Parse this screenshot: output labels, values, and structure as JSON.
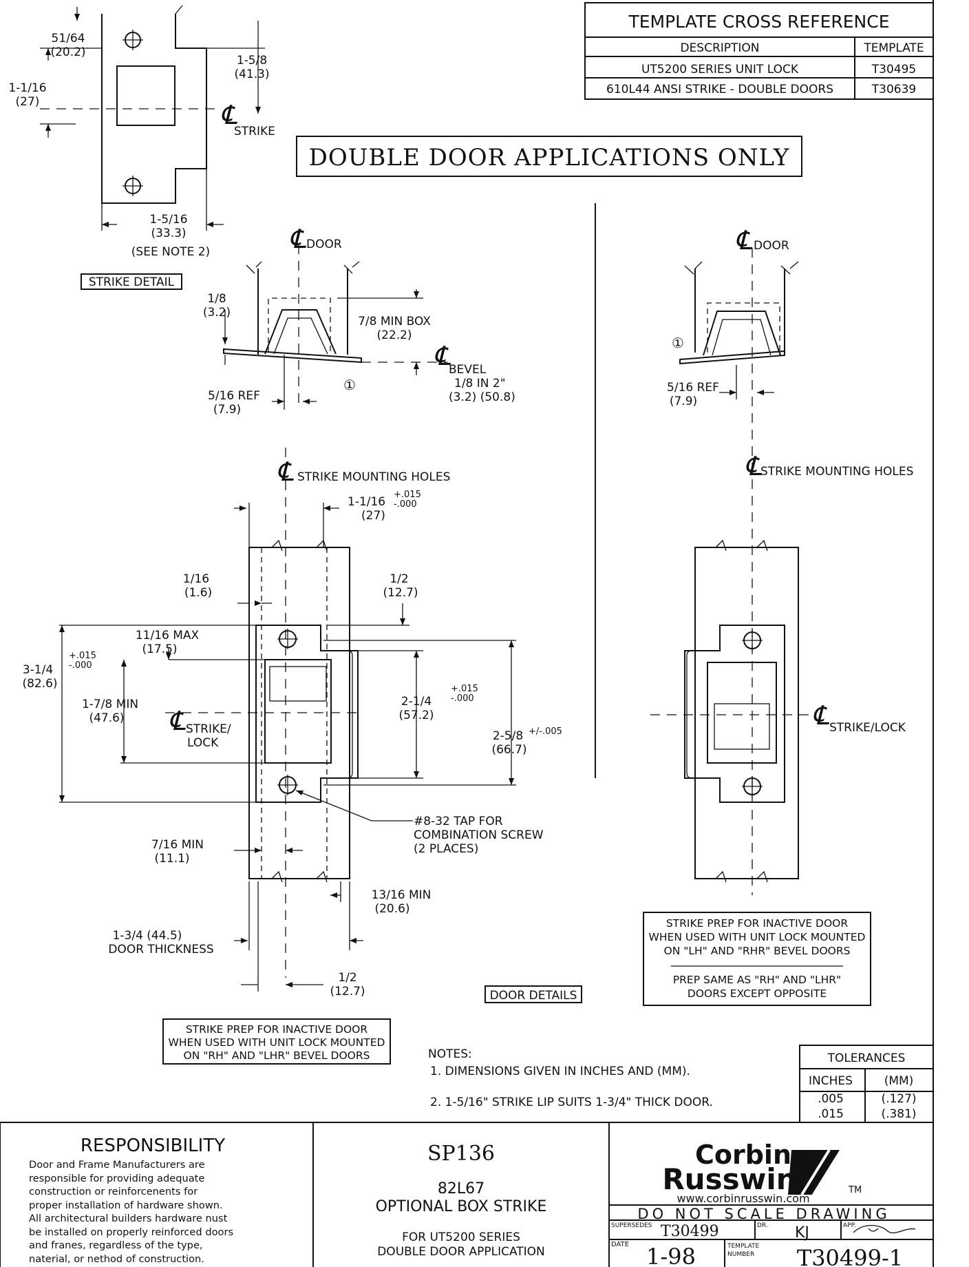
{
  "cross_reference": {
    "title": "TEMPLATE CROSS REFERENCE",
    "headers": [
      "DESCRIPTION",
      "TEMPLATE"
    ],
    "rows": [
      {
        "description": "UT5200 SERIES UNIT LOCK",
        "template": "T30495"
      },
      {
        "description": "610L44 ANSI STRIKE - DOUBLE DOORS",
        "template": "T30639"
      }
    ]
  },
  "banner": "DOUBLE DOOR APPLICATIONS ONLY",
  "strike_detail": {
    "label": "STRIKE DETAIL",
    "dim_top": "51/64",
    "dim_top_mm": "(20.2)",
    "dim_left": "1-1/16",
    "dim_left_mm": "(27)",
    "dim_height": "1-5/8",
    "dim_height_mm": "(41.3)",
    "dim_width": "1-5/16",
    "dim_width_mm": "(33.3)",
    "see_note": "(SEE NOTE 2)",
    "centerline": "STRIKE"
  },
  "left_section": {
    "cl_door": "DOOR",
    "d1": "1/8",
    "d1_mm": "(3.2)",
    "min_box": "7/8 MIN BOX",
    "min_box_mm": "(22.2)",
    "bevel": "BEVEL",
    "bevel_ratio": "1/8 IN 2\"",
    "bevel_mm": "(3.2) (50.8)",
    "ref": "5/16 REF",
    "ref_mm": "(7.9)",
    "circle_mark": "①"
  },
  "left_door": {
    "cl_holes": "STRIKE MOUNTING HOLES",
    "d_top": "1-1/16",
    "d_top_tol": "+.015",
    "d_top_tol2": "-.000",
    "d_top_mm": "(27)",
    "d_a": "1/16",
    "d_a_mm": "(1.6)",
    "d_b": "1/2",
    "d_b_mm": "(12.7)",
    "d_c": "11/16 MAX",
    "d_c_mm": "(17.5)",
    "d_d": "3-1/4",
    "d_d_tol": "+.015",
    "d_d_tol2": "-.000",
    "d_d_mm": "(82.6)",
    "d_e": "1-7/8 MIN",
    "d_e_mm": "(47.6)",
    "cl_lock": "STRIKE/",
    "cl_lock2": "LOCK",
    "d_f": "2-1/4",
    "d_f_tol": "+.015",
    "d_f_tol2": "-.000",
    "d_f_mm": "(57.2)",
    "d_g": "2-5/8",
    "d_g_tol": "+/-.005",
    "d_g_mm": "(66.7)",
    "tap1": "#8-32 TAP FOR",
    "tap2": "COMBINATION SCREW",
    "tap3": "(2 PLACES)",
    "d_h": "7/16 MIN",
    "d_h_mm": "(11.1)",
    "d_i": "13/16 MIN",
    "d_i_mm": "(20.6)",
    "d_j": "1-3/4 (44.5)",
    "d_j2": "DOOR THICKNESS",
    "d_k": "1/2",
    "d_k_mm": "(12.7)"
  },
  "right_section": {
    "cl_door": "DOOR",
    "circle_mark": "①",
    "ref": "5/16 REF",
    "ref_mm": "(7.9)",
    "cl_holes": "STRIKE MOUNTING HOLES",
    "cl_lock": "STRIKE/LOCK"
  },
  "door_details": "DOOR DETAILS",
  "prep_left": [
    "STRIKE PREP FOR INACTIVE DOOR",
    "WHEN USED WITH UNIT LOCK MOUNTED",
    "ON \"RH\" AND \"LHR\" BEVEL DOORS"
  ],
  "prep_right": [
    "STRIKE PREP FOR INACTIVE DOOR",
    "WHEN USED WITH UNIT LOCK MOUNTED",
    "ON \"LH\" AND \"RHR\" BEVEL DOORS"
  ],
  "prep_right_note": [
    "PREP SAME AS \"RH\" AND \"LHR\"",
    "DOORS EXCEPT OPPOSITE"
  ],
  "notes": {
    "title": "NOTES:",
    "items": [
      "1.  DIMENSIONS GIVEN IN INCHES AND (MM).",
      "2.  1-5/16\" STRIKE LIP SUITS 1-3/4\" THICK DOOR."
    ]
  },
  "tolerances": {
    "title": "TOLERANCES",
    "headers": [
      "INCHES",
      "(MM)"
    ],
    "rows": [
      [
        ".005",
        "(.127)"
      ],
      [
        ".015",
        "(.381)"
      ]
    ]
  },
  "responsibility": {
    "title": "RESPONSIBILITY",
    "lines": [
      "Door and Frame Manufacturers are",
      "responsible for providing adequate",
      "construction or reinforcenents for",
      "proper installation of hardware shown.",
      "All architectural builders hardware nust",
      "be installed on properly reinforced doors",
      "and franes, regardless of the type,",
      "naterial, or nethod of construction."
    ]
  },
  "product": {
    "code": "SP136",
    "model": "82L67",
    "name": "OPTIONAL BOX STRIKE",
    "for1": "FOR UT5200 SERIES",
    "for2": "DOUBLE DOOR APPLICATION"
  },
  "brand": {
    "line1": "Corbin",
    "line2": "Russwin",
    "tm": "TM",
    "url": "www.corbinrusswin.com",
    "warning": "DO NOT SCALE DRAWING"
  },
  "title_block": {
    "supersedes_label": "SUPERSEDES",
    "supersedes": "T30499",
    "dr_label": "DR.",
    "dr": "KJ",
    "app_label": "APP.",
    "date_label": "DATE",
    "date": "1-98",
    "template_label": "TEMPLATE NUMBER",
    "template_label1": "TEMPLATE",
    "template_label2": "NUMBER",
    "template": "T30499-1"
  }
}
